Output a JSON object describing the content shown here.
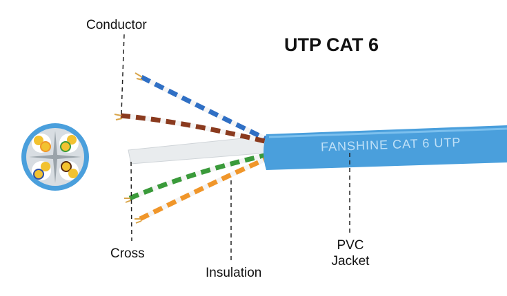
{
  "title": "UTP CAT 6",
  "jacket_print": "FANSHINE CAT 6 UTP",
  "labels": {
    "conductor": "Conductor",
    "cross": "Cross",
    "insulation": "Insulation",
    "pvc_jacket_line1": "PVC",
    "pvc_jacket_line2": "Jacket"
  },
  "colors": {
    "jacket": "#4a9fdc",
    "blue_pair": "#2f6fc4",
    "brown_pair": "#8a3a1e",
    "green_pair": "#3a9a3a",
    "orange_pair": "#f0962a",
    "copper": "#d9a54a"
  }
}
